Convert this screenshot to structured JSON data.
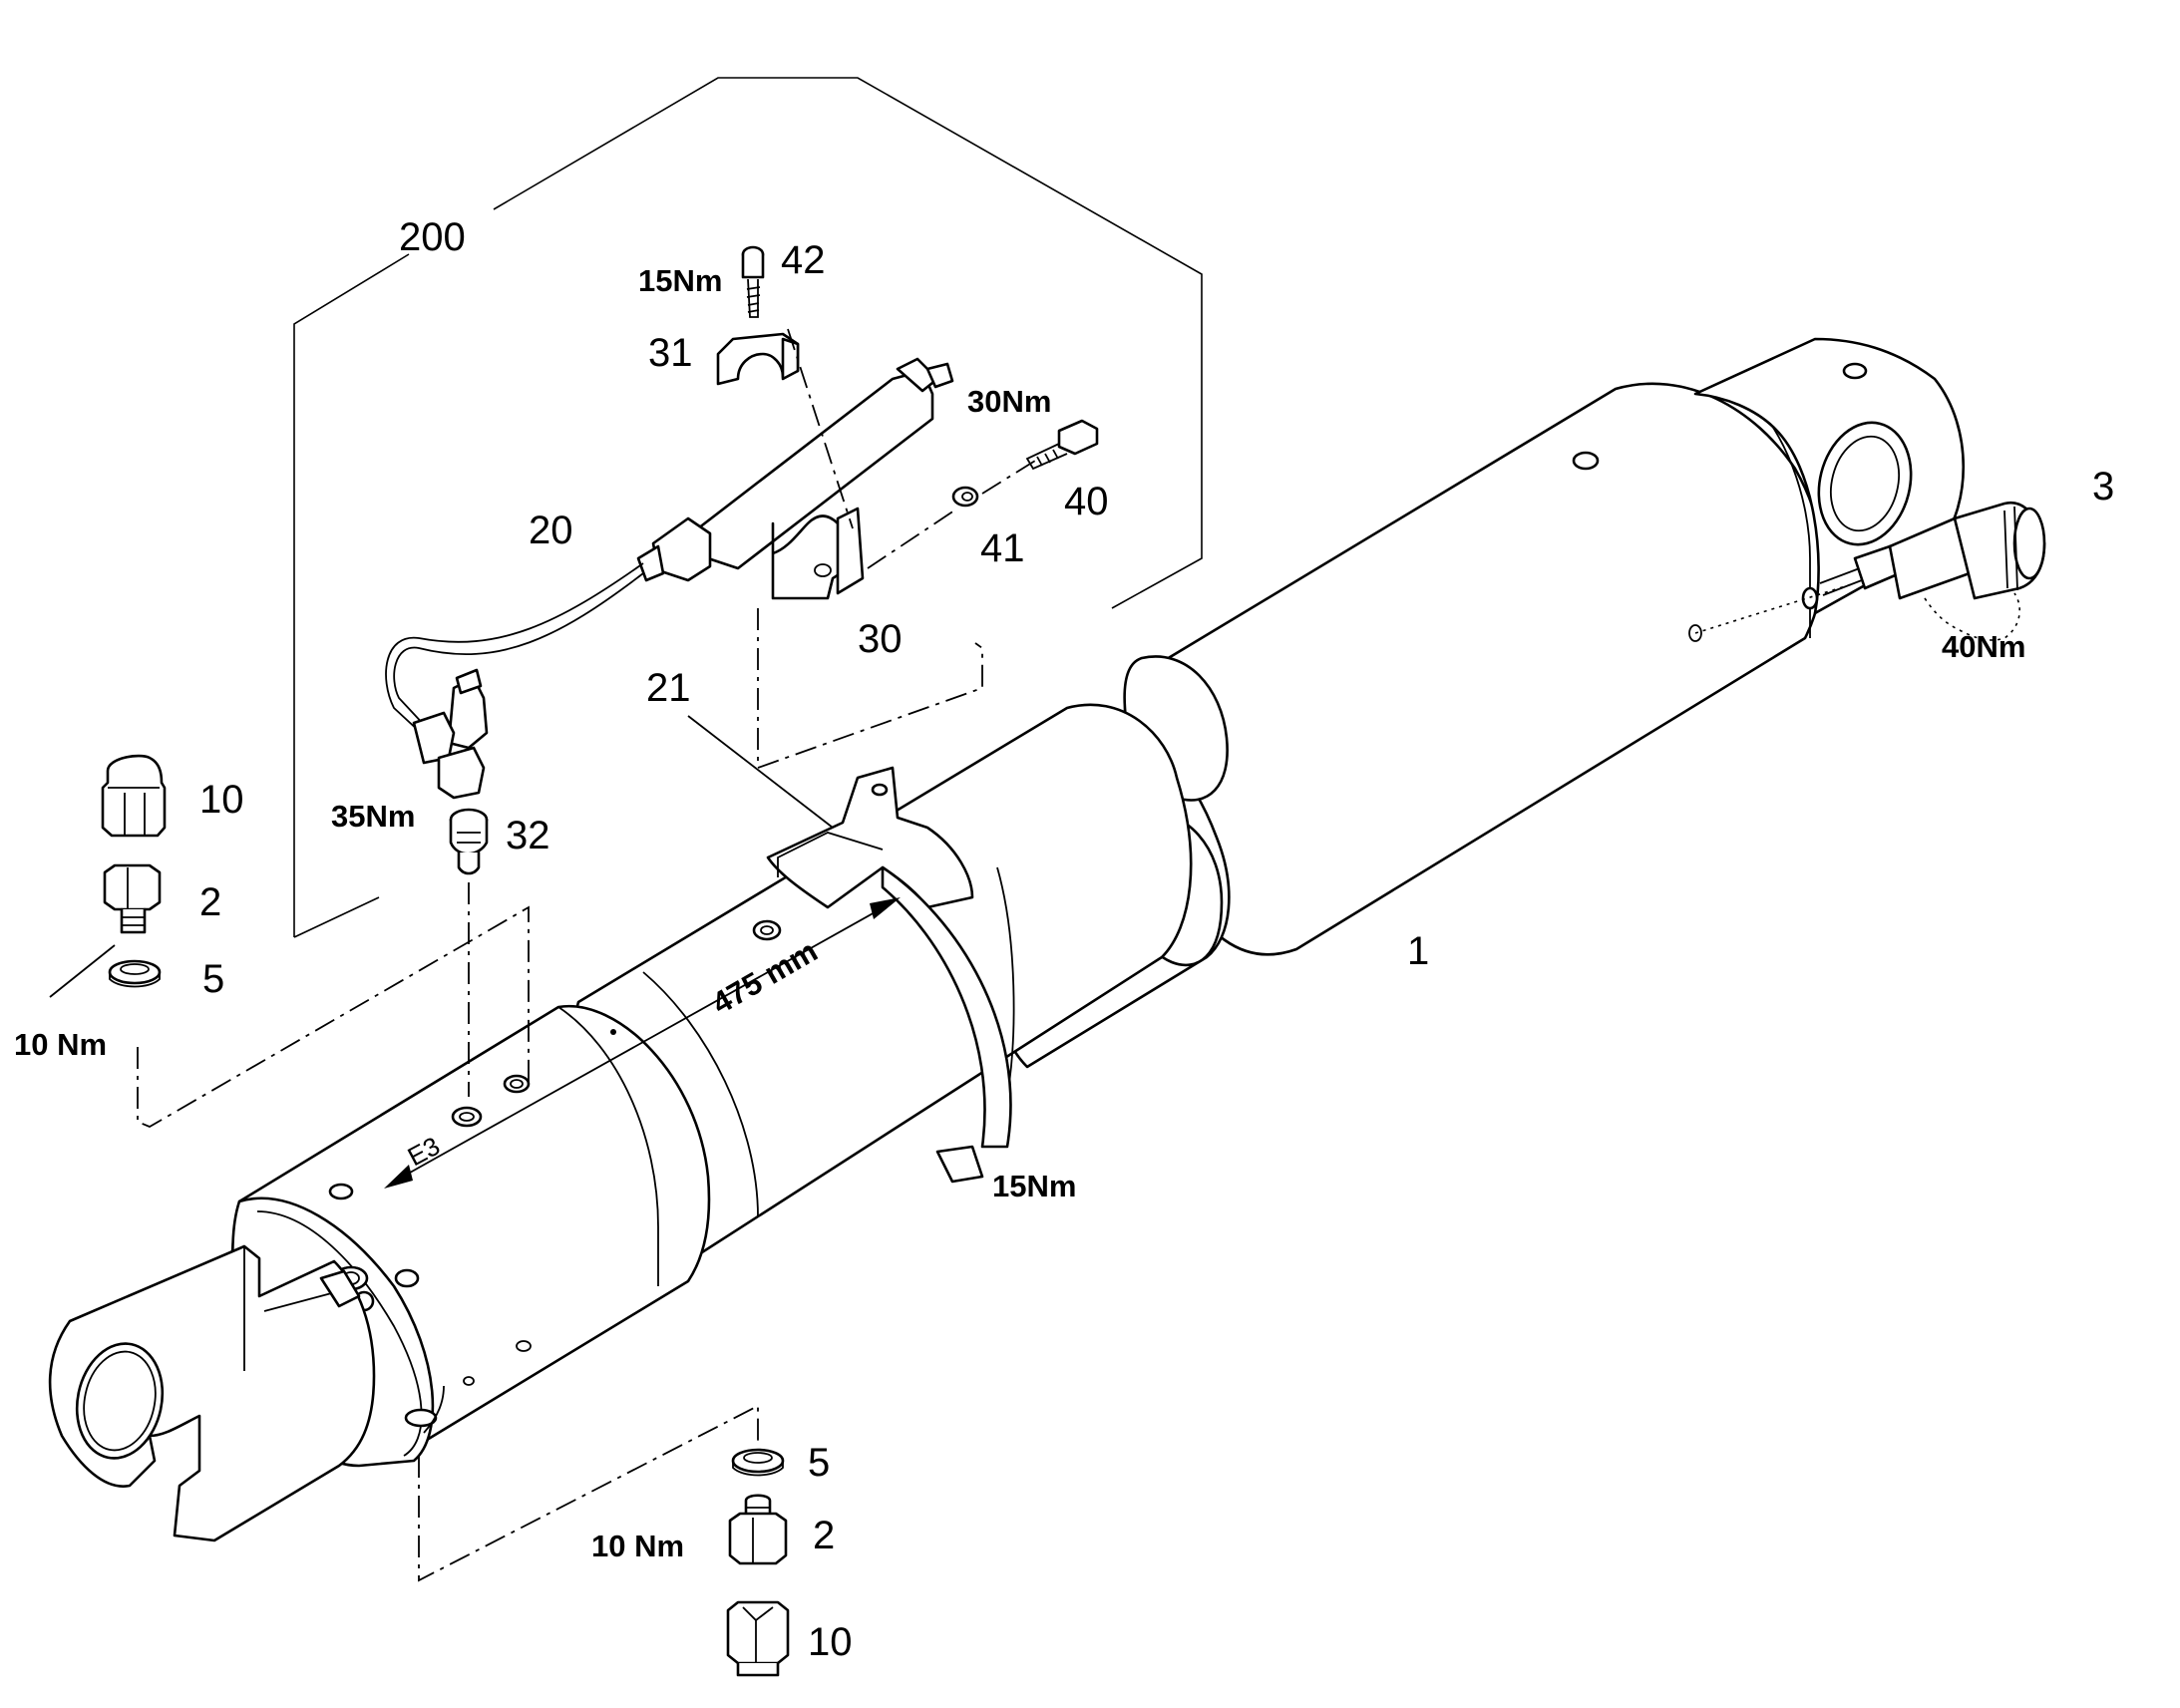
{
  "callouts": {
    "assembly": "200",
    "cylinder": "1",
    "bracket": "21",
    "hose": "20",
    "clamp_upper": "31",
    "clamp_lower": "30",
    "clamp_screw": "42",
    "bolt": "40",
    "washer": "41",
    "test_coupling": "3",
    "fitting": "32",
    "cap_left": "10",
    "plug_left": "2",
    "seal_left": "5",
    "seal_bottom": "5",
    "plug_bottom": "2",
    "cap_bottom": "10"
  },
  "torques": {
    "clamp_screw": "15Nm",
    "bolt": "30Nm",
    "test_coupling": "40Nm",
    "fitting": "35Nm",
    "plug_left": "10 Nm",
    "strap": "15Nm",
    "plug_bottom": "10 Nm"
  },
  "dimension": "475 mm",
  "port_marking": "E3"
}
